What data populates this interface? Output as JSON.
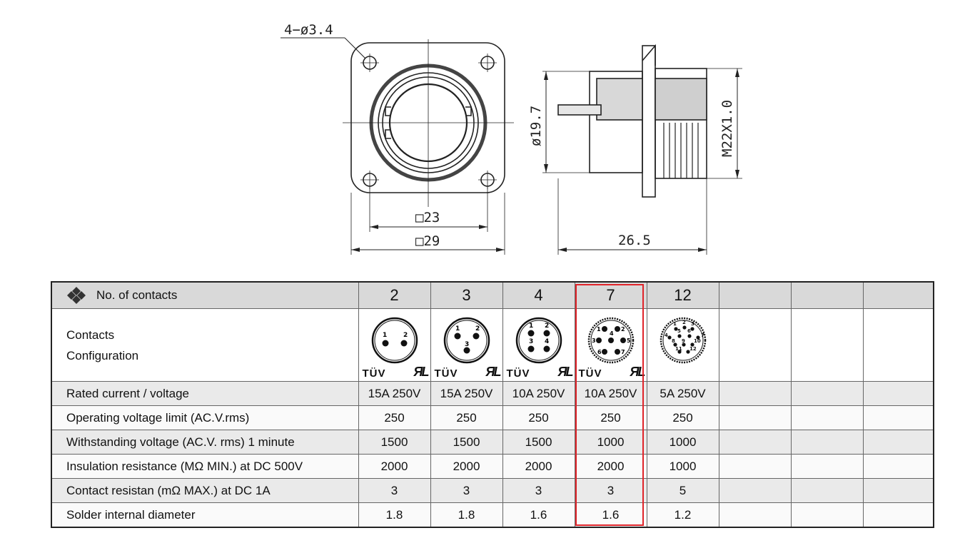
{
  "drawing": {
    "hole_callout": "4−ø3.4",
    "inner_square": "□23",
    "outer_square": "□29",
    "body_diameter": "ø19.7",
    "thread": "M22X1.0",
    "length": "26.5"
  },
  "table": {
    "header_label": "No. of contacts",
    "config_label_line1": "Contacts",
    "config_label_line2": "Configuration",
    "contacts": [
      "2",
      "3",
      "4",
      "7",
      "12",
      "",
      "",
      ""
    ],
    "certs": {
      "tuv": "TÜV",
      "ul": "ЯL"
    },
    "rows": [
      {
        "label": "Rated current / voltage",
        "values": [
          "15A 250V",
          "15A 250V",
          "10A 250V",
          "10A 250V",
          "5A 250V",
          "",
          "",
          ""
        ]
      },
      {
        "label": "Operating voltage limit (AC.V.rms)",
        "values": [
          "250",
          "250",
          "250",
          "250",
          "250",
          "",
          "",
          ""
        ]
      },
      {
        "label": "Withstanding voltage (AC.V. rms) 1 minute",
        "values": [
          "1500",
          "1500",
          "1500",
          "1000",
          "1000",
          "",
          "",
          ""
        ]
      },
      {
        "label": "Insulation resistance (MΩ MIN.) at DC 500V",
        "values": [
          "2000",
          "2000",
          "2000",
          "2000",
          "1000",
          "",
          "",
          ""
        ]
      },
      {
        "label": "Contact resistan (mΩ MAX.) at DC 1A",
        "values": [
          "3",
          "3",
          "3",
          "3",
          "5",
          "",
          "",
          ""
        ]
      },
      {
        "label": "Solder internal diameter",
        "values": [
          "1.8",
          "1.8",
          "1.6",
          "1.6",
          "1.2",
          "",
          "",
          ""
        ]
      }
    ],
    "highlight_color": "#e0242a"
  }
}
